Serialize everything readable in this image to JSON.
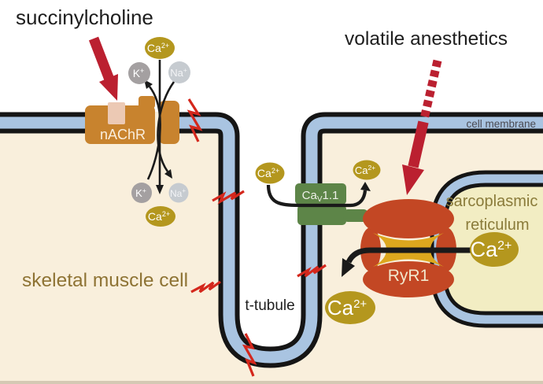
{
  "headline": {
    "succinylcholine": "succinylcholine",
    "volatile_anesthetics": "volatile anesthetics"
  },
  "labels": {
    "cell_membrane": "cell membrane",
    "skeletal_muscle_cell": "skeletal muscle cell",
    "t_tubule": "t-tubule",
    "sarcoplasmic_line1": "sarcoplasmic",
    "sarcoplasmic_line2": "reticulum",
    "nachr": "nAChR",
    "ryr1": "RyR1",
    "cav11": {
      "pre": "Ca",
      "sub": "V",
      "post": "1.1"
    }
  },
  "ions": {
    "calcium": {
      "base": "Ca",
      "sup": "2+"
    },
    "potassium": {
      "base": "K",
      "sup": "+"
    },
    "sodium": {
      "base": "Na",
      "sup": "+"
    }
  },
  "colors": {
    "extracellular_white": "#ffffff",
    "cytoplasm_cream": "#f9efdc",
    "sr_lumen_yellow": "#f2edc3",
    "membrane_blue": "#a9c4e1",
    "membrane_outline": "#151515",
    "nachr_orange": "#c8832e",
    "binding_site_pink": "#ecc9b4",
    "cav_green": "#5d8548",
    "ryr_red": "#c34724",
    "ryr_yellow": "#dda71e",
    "ion_olive": "#b4971e",
    "k_gray": "#a4a0a1",
    "na_gray": "#c6cbd0",
    "arrow_red": "#bb2030",
    "bolt_red": "#d4271c",
    "flow_black": "#1a1a1a",
    "text_dark": "#1e1e1e",
    "muscle_text_olive": "#8e7334",
    "sr_text_olive": "#8a7b3a",
    "membrane_text_gray": "#4a4a52",
    "bottom_strip": "#d5c9b4"
  }
}
